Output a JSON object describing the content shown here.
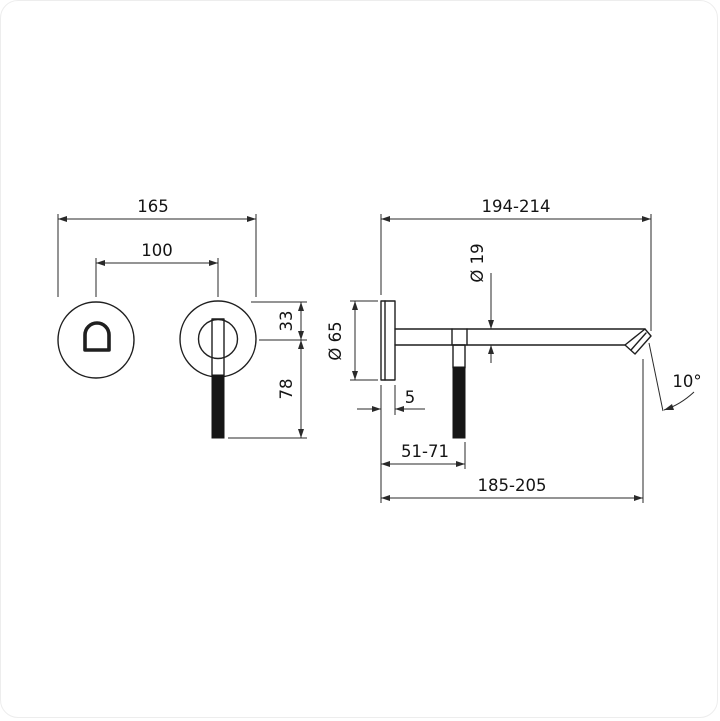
{
  "drawing": {
    "type": "technical-dimension-drawing",
    "subject": "wall-mounted-basin-mixer-two-views",
    "dimensions": {
      "total_width": "165",
      "center_distance": "100",
      "upper_height": "33",
      "lever_height": "78",
      "total_depth": "194-214",
      "spout_diameter": "Ø 19",
      "rosette_diameter": "Ø 65",
      "plate_thickness": "5",
      "lever_depth": "51-71",
      "spout_reach": "185-205",
      "spout_angle": "10°"
    }
  }
}
